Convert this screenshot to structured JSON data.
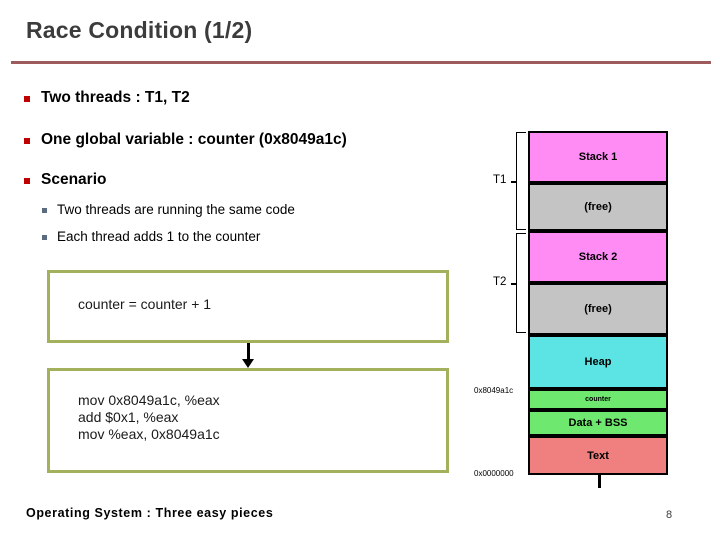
{
  "slide": {
    "title": "Race Condition (1/2)",
    "accent_rule_color": "#9e5b5b"
  },
  "bullets": {
    "level1": [
      {
        "text": "Two threads : T1, T2",
        "marker_color": "#c00000"
      },
      {
        "text": "One global variable : counter (0x8049a1c)",
        "marker_color": "#c00000"
      },
      {
        "text": "Scenario",
        "marker_color": "#c00000"
      }
    ],
    "level2": [
      {
        "text": "Two threads are running the same code",
        "marker_color": "#5b6b80"
      },
      {
        "text": "Each thread adds 1 to the counter",
        "marker_color": "#5b6b80"
      }
    ]
  },
  "code": {
    "high_level": "counter = counter + 1",
    "assembly": "mov 0x8049a1c, %eax\nadd $0x1, %eax\nmov %eax, 0x8049a1c",
    "box_border_color": "#a3b05c"
  },
  "memory": {
    "blocks": [
      {
        "label": "Stack 1",
        "color": "#ff8cf5"
      },
      {
        "label": "(free)",
        "color": "#c4c4c4"
      },
      {
        "label": "Stack 2",
        "color": "#ff8cf5"
      },
      {
        "label": "(free)",
        "color": "#c4c4c4"
      },
      {
        "label": "Heap",
        "color": "#5ce4e4"
      },
      {
        "label": "counter",
        "color": "#6ee86e"
      },
      {
        "label": "Data + BSS",
        "color": "#6ee86e"
      },
      {
        "label": "Text",
        "color": "#f08080"
      }
    ],
    "threads": [
      {
        "label": "T1"
      },
      {
        "label": "T2"
      }
    ],
    "addresses": {
      "counter": "0x8049a1c",
      "base": "0x0000000"
    }
  },
  "footer": {
    "text": "Operating System : Three easy pieces",
    "page": "8"
  }
}
